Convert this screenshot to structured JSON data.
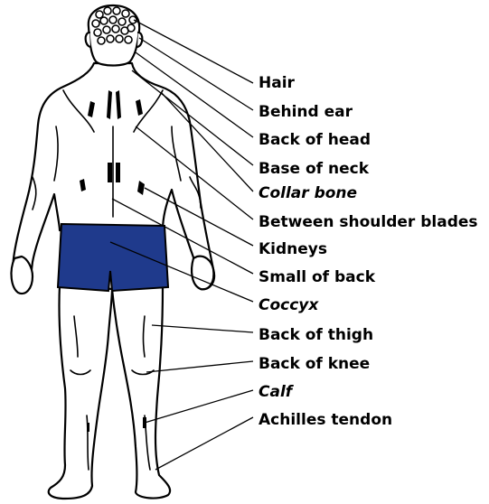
{
  "labels": {
    "hair": "Hair",
    "behind_ear": "Behind ear",
    "back_of_head": "Back of head",
    "base_of_neck": "Base of neck",
    "collar_bone": "Collar bone",
    "between_shoulder_blades": "Between shoulder blades",
    "kidneys": "Kidneys",
    "small_of_back": "Small of back",
    "coccyx": "Coccyx",
    "back_of_thigh": "Back of thigh",
    "back_of_knee": "Back of knee",
    "calf": "Calf",
    "achilles_tendon": "Achilles tendon"
  },
  "colors": {
    "shorts": "#1f3a8c",
    "outline": "#000000",
    "background": "#ffffff"
  }
}
